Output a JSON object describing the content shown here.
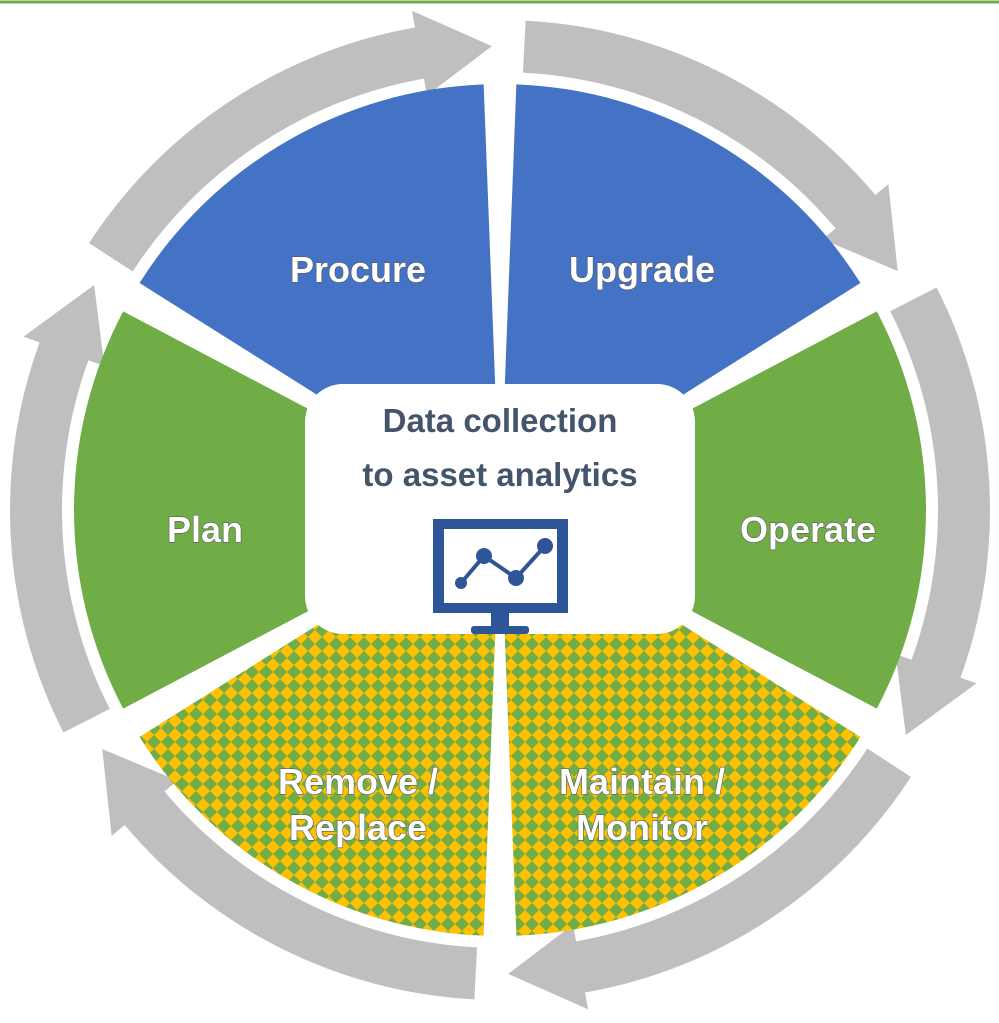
{
  "diagram": {
    "segments": [
      {
        "id": "procure",
        "lines": [
          "Procure"
        ],
        "fill": "blue"
      },
      {
        "id": "upgrade",
        "lines": [
          "Upgrade"
        ],
        "fill": "blue"
      },
      {
        "id": "operate",
        "lines": [
          "Operate"
        ],
        "fill": "green"
      },
      {
        "id": "maintain",
        "lines": [
          "Maintain /",
          "Monitor"
        ],
        "fill": "pattern"
      },
      {
        "id": "remove",
        "lines": [
          "Remove /",
          "Replace"
        ],
        "fill": "pattern"
      },
      {
        "id": "plan",
        "lines": [
          "Plan"
        ],
        "fill": "green"
      }
    ],
    "center": {
      "line1": "Data collection",
      "line2": "to asset analytics",
      "icon": "monitor-line-chart-icon"
    },
    "colors": {
      "blue": "#4472c4",
      "green": "#70ad47",
      "pattern_dot": "#ffc000",
      "arrow": "#bfbfbf",
      "top_rule": "#70ad47",
      "center_text": "#44546a",
      "icon": "#2e5597"
    }
  }
}
